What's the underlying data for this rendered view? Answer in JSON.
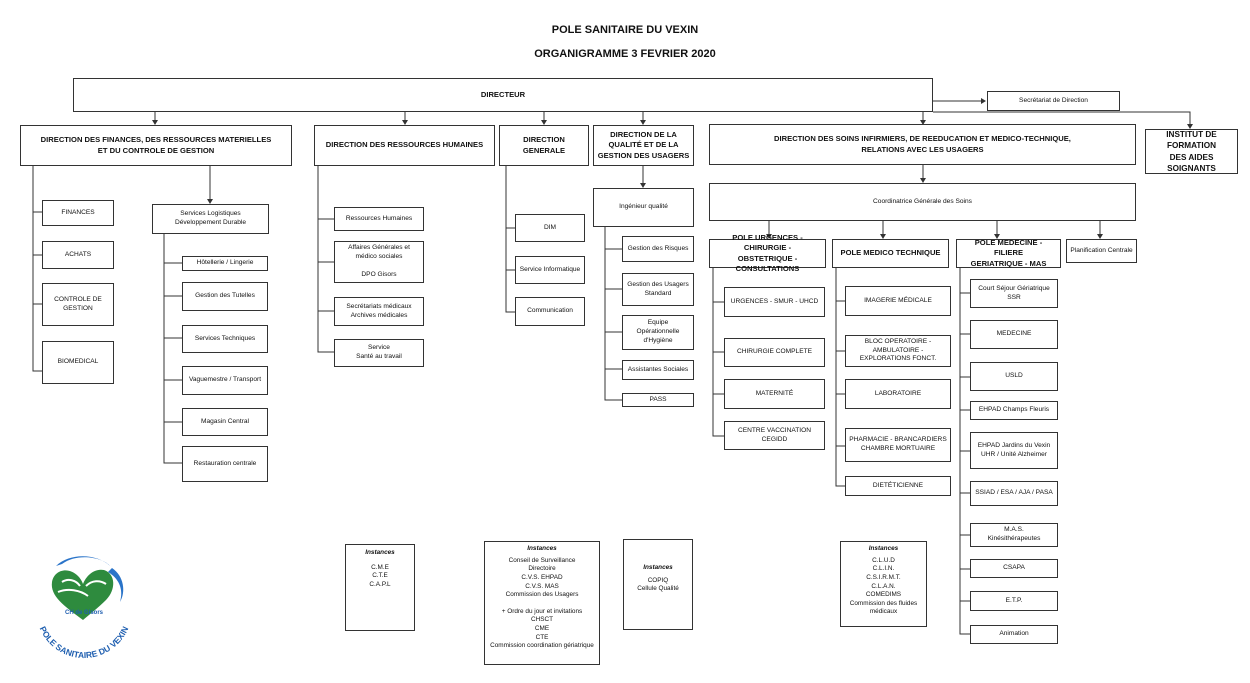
{
  "header": {
    "title": "POLE SANITAIRE DU VEXIN",
    "subtitle": "ORGANIGRAMME 3 FEVRIER 2020"
  },
  "top": {
    "directeur": "DIRECTEUR",
    "secretariat": "Secrétariat de Direction"
  },
  "directions": {
    "finances": "DIRECTION DES FINANCES, DES RESSOURCES MATERIELLES\nET DU CONTROLE DE GESTION",
    "rh": "DIRECTION DES RESSOURCES HUMAINES",
    "generale": "DIRECTION\nGENERALE",
    "qualite": "DIRECTION DE LA\nQUALITÉ ET DE LA\nGESTION DES USAGERS",
    "soins": "DIRECTION DES SOINS INFIRMIERS, DE REEDUCATION ET MEDICO-TECHNIQUE,\nRELATIONS AVEC LES USAGERS",
    "institut": "INSTITUT DE\nFORMATION\nDES AIDES\nSOIGNANTS"
  },
  "finances_items": [
    "FINANCES",
    "ACHATS",
    "CONTROLE DE\nGESTION",
    "BIOMEDICAL"
  ],
  "logistique": {
    "head": "Services Logistiques\nDéveloppement Durable",
    "items": [
      "Hôtellerie / Lingerie",
      "Gestion des Tutelles",
      "Services Techniques",
      "Vaguemestre / Transport",
      "Magasin Central",
      "Restauration centrale"
    ]
  },
  "rh_items": [
    "Ressources Humaines",
    "Affaires Générales et\nmédico sociales\n\nDPO Gisors",
    "Secrétariats médicaux\nArchives médicales",
    "Service\nSanté au travail"
  ],
  "generale_items": [
    "DIM",
    "Service Informatique",
    "Communication"
  ],
  "qualite": {
    "head": "Ingénieur qualité",
    "items": [
      "Gestion des Risques",
      "Gestion des Usagers\nStandard",
      "Equipe Opérationnelle\nd'Hygiène",
      "Assistantes Sociales",
      "PASS"
    ]
  },
  "soins": {
    "coord": "Coordinatrice Générale des Soins",
    "planif": "Planification Centrale",
    "poles": [
      {
        "title": "POLE URGENCES - CHIRURGIE -\nOBSTETRIQUE - CONSULTATIONS",
        "items": [
          "URGENCES - SMUR - UHCD",
          "CHIRURGIE COMPLETE",
          "MATERNITÉ",
          "CENTRE VACCINATION\nCEGIDD"
        ]
      },
      {
        "title": "POLE MEDICO TECHNIQUE",
        "items": [
          "IMAGERIE MÉDICALE",
          "BLOC OPERATOIRE -\nAMBULATOIRE -\nEXPLORATIONS FONCT.",
          "LABORATOIRE",
          "PHARMACIE - BRANCARDIERS\nCHAMBRE MORTUAIRE",
          "DIETÉTICIENNE"
        ]
      },
      {
        "title": "POLE MEDECINE - FILIERE\nGERIATRIQUE - MAS",
        "items": [
          "Court Séjour Gériatrique\nSSR",
          "MEDECINE",
          "USLD",
          "EHPAD Champs Fleuris",
          "EHPAD Jardins du Vexin\nUHR / Unité Alzheimer",
          "SSIAD / ESA / AJA / PASA",
          "M.A.S.\nKinésithérapeutes",
          "CSAPA",
          "E.T.P.",
          "Animation"
        ]
      }
    ]
  },
  "instances": [
    {
      "title": "Instances",
      "lines": [
        "C.M.E",
        "C.T.E",
        "C.A.P.L"
      ]
    },
    {
      "title": "Instances",
      "lines": [
        "Conseil de Surveillance",
        "Directoire",
        "C.V.S. EHPAD",
        "C.V.S. MAS",
        "Commission des Usagers",
        "",
        "+ Ordre du jour et invitations",
        "CHSCT",
        "CME",
        "CTE",
        "Commission coordination gériatrique"
      ]
    },
    {
      "title": "Instances",
      "lines": [
        "COPIQ",
        "Cellule Qualité"
      ]
    },
    {
      "title": "Instances",
      "lines": [
        "C.L.U.D",
        "C.L.I.N.",
        "C.S.I.R.M.T.",
        "C.L.A.N.",
        "COMEDIMS",
        "Commission des fluides",
        "médicaux"
      ]
    }
  ],
  "logo": {
    "text": "POLE SANITAIRE DU VEXIN",
    "inner": "CH de Gisors",
    "colors": {
      "heart": "#2e8b3e",
      "swirl": "#2a74c9",
      "text": "#1f5fb0"
    }
  }
}
